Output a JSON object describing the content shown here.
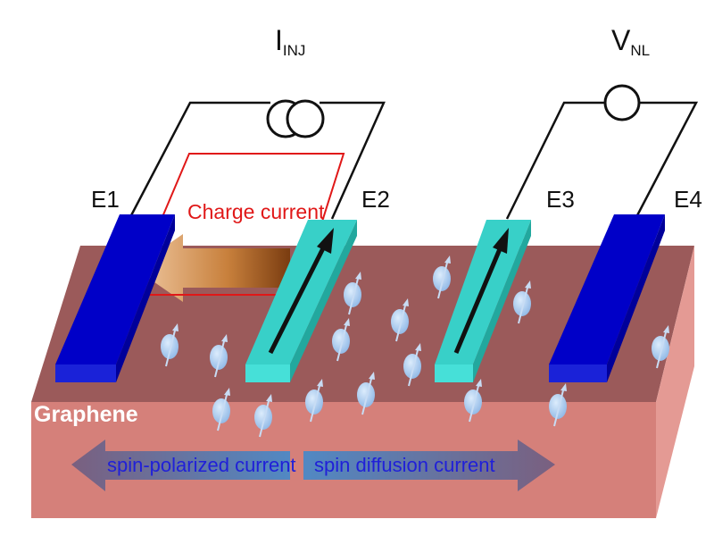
{
  "labels": {
    "injector_main": "I",
    "injector_sub": "INJ",
    "voltage_main": "V",
    "voltage_sub": "NL",
    "e1": "E1",
    "e2": "E2",
    "e3": "E3",
    "e4": "E4",
    "charge_current": "Charge current",
    "graphene": "Graphene",
    "spin_polarized": "spin-polarized current",
    "spin_diffusion": "spin diffusion current"
  },
  "colors": {
    "graphene_top": "#9b5a5a",
    "graphene_front": "#d5807a",
    "graphene_side": "#e49a94",
    "ferromagnet_electrode": "#0000c8",
    "nonmagnetic_electrode": "#38d0c8",
    "spin": "#a8ccf0",
    "charge_label": "#e01818",
    "spin_label": "#2020d8"
  }
}
